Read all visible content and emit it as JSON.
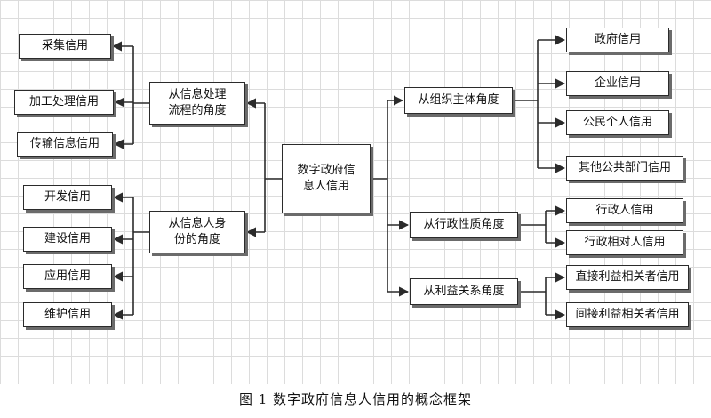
{
  "center": "数字政府信\n息人信用",
  "left_groups": [
    {
      "label": "从信息处理\n流程的角度",
      "children": [
        "采集信用",
        "加工处理信用",
        "传输信息信用"
      ]
    },
    {
      "label": "从信息人身\n份的角度",
      "children": [
        "开发信用",
        "建设信用",
        "应用信用",
        "维护信用"
      ]
    }
  ],
  "right_groups": [
    {
      "label": "从组织主体角度",
      "children": [
        "政府信用",
        "企业信用",
        "公民个人信用",
        "其他公共部门信用"
      ]
    },
    {
      "label": "从行政性质角度",
      "children": [
        "行政人信用",
        "行政相对人信用"
      ]
    },
    {
      "label": "从利益关系角度",
      "children": [
        "直接利益相关者信用",
        "间接利益相关者信用"
      ]
    }
  ],
  "caption": "图 1   数字政府信息人信用的概念框架",
  "colors": {
    "line": "#2b2b2b",
    "shadow": "#6b6b6b",
    "grid": "#dcdcdc"
  }
}
